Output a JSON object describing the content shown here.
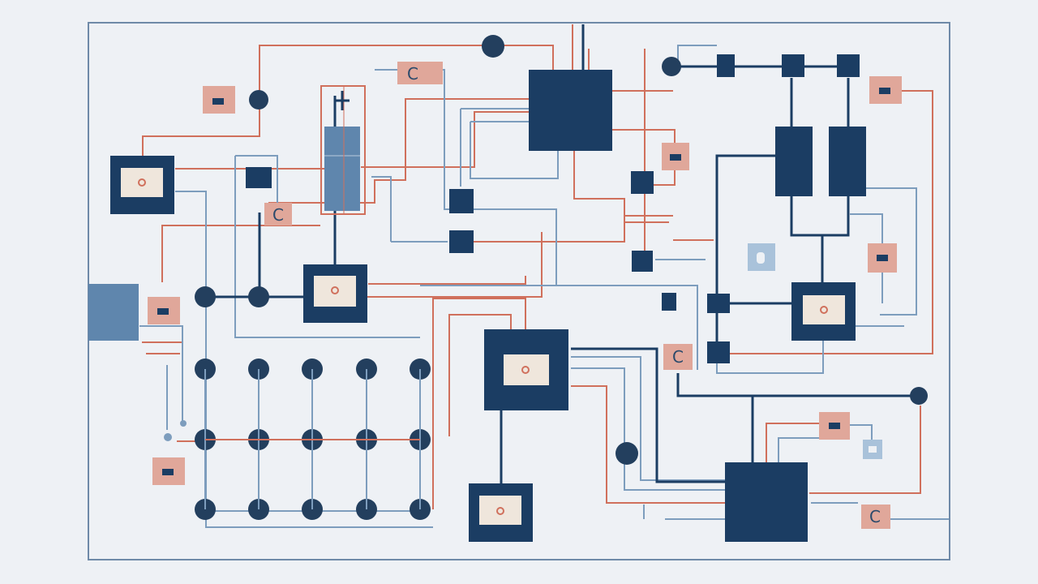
{
  "colors": {
    "background": "#eef1f5",
    "frame": "#6f8aa8",
    "navy": "#1b3d63",
    "steel": "#5f86ad",
    "wire_blue": "#7d9dbd",
    "wire_red": "#d0705c",
    "salmon": "#e0a79a",
    "cream": "#efe6dc",
    "pale_blue": "#a9c2da"
  },
  "diagram": {
    "description_free": true,
    "labels": [
      "C",
      "C",
      "C",
      "C"
    ]
  }
}
